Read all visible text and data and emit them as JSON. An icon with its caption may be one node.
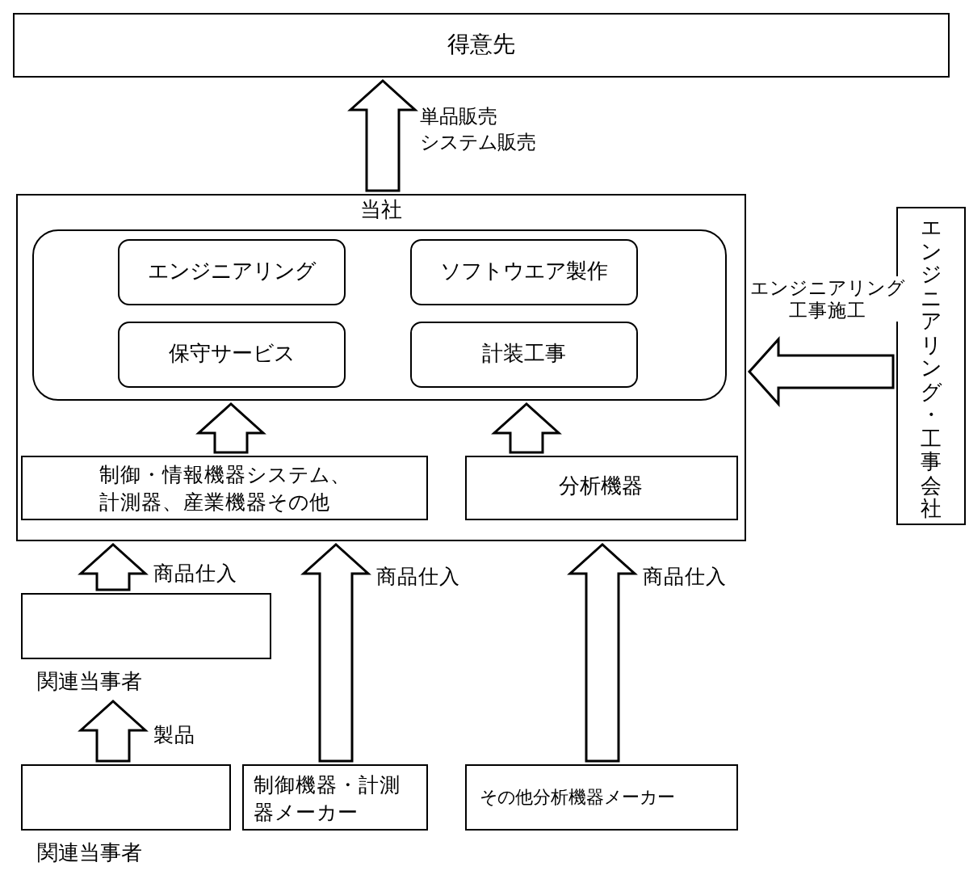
{
  "diagram": {
    "nodes": [
      {
        "text": [
          "得意先"
        ]
      },
      {
        "text": [
          "当社"
        ]
      },
      {
        "text": [],
        "shape": "box",
        "in": 1
      },
      {
        "text": [
          "エンジニアリング"
        ],
        "in": 2
      },
      {
        "text": [
          "ソフトウエア製作"
        ],
        "in": 2
      },
      {
        "text": [
          "保守サービス"
        ],
        "in": 2
      },
      {
        "text": [
          "計装工事"
        ],
        "in": 2
      },
      {
        "text": [
          "制御・情報機器システム、計測器、産業機器その他"
        ],
        "in": 1
      },
      {
        "text": [
          "分析機器"
        ],
        "in": 1
      },
      {
        "text": [
          "エンジニアリング・工事会社"
        ]
      },
      {
        "text": [],
        "shape": "box",
        "beside": [
          "関連当事者"
        ]
      },
      {
        "text": [],
        "shape": "box",
        "beside": [
          "関連当事者"
        ]
      },
      {
        "text": [
          "制御機器・計測器メーカー"
        ]
      },
      {
        "text": [
          "その他分析機器メーカー"
        ]
      }
    ],
    "edges": [
      {
        "from": 1,
        "to": 0,
        "arrow": "to",
        "label": "単品販売システム販売"
      },
      {
        "from": 9,
        "to": 1,
        "arrow": "to",
        "label": "エンジニアリング工事施工"
      },
      {
        "from": 7,
        "to": 2,
        "arrow": "to"
      },
      {
        "from": 8,
        "to": 2,
        "arrow": "to"
      },
      {
        "from": 10,
        "to": 1,
        "arrow": "to",
        "label": "商品仕入"
      },
      {
        "from": 12,
        "to": 1,
        "arrow": "to",
        "label": "商品仕入"
      },
      {
        "from": 13,
        "to": 1,
        "arrow": "to",
        "label": "商品仕入"
      },
      {
        "from": 11,
        "to": 10,
        "arrow": "to",
        "label": "製品"
      }
    ]
  }
}
